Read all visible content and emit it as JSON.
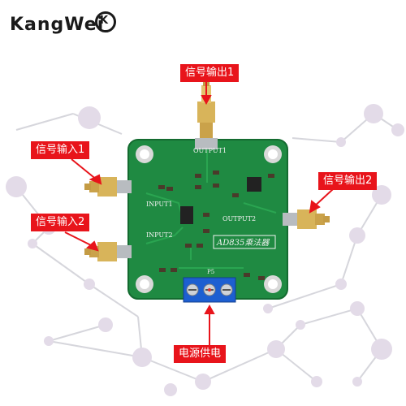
{
  "brand": {
    "name": "KangWei",
    "mark": "K"
  },
  "callouts": {
    "out1": "信号输出1",
    "in1": "信号输入1",
    "out2": "信号输出2",
    "in2": "信号输入2",
    "power": "电源供电"
  },
  "board": {
    "label_output1": "OUTPUT1",
    "label_output2": "OUTPUT2",
    "label_input1": "INPUT1",
    "label_input2": "INPUT2",
    "module_label": "AD835乘法器",
    "connector_label": "P5"
  },
  "colors": {
    "pcb": "#1f8a42",
    "callout": "#e8141b",
    "terminal": "#1d5fd1",
    "connector": "#caa24a"
  }
}
